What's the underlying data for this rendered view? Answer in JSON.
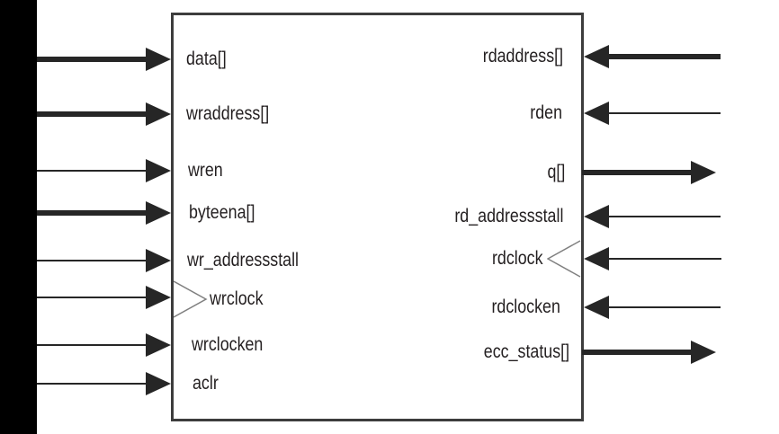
{
  "colors": {
    "background": "#ffffff",
    "left_bar": "#000000",
    "box_border": "#3d3d3d",
    "wire": "#262626",
    "text": "#231f20",
    "clock_triangle_stroke": "#7f7f7f"
  },
  "ports": {
    "left": [
      {
        "label": "data[]",
        "direction": "input",
        "bus": true,
        "clock": false
      },
      {
        "label": "wraddress[]",
        "direction": "input",
        "bus": true,
        "clock": false
      },
      {
        "label": "wren",
        "direction": "input",
        "bus": false,
        "clock": false
      },
      {
        "label": "byteena[]",
        "direction": "input",
        "bus": true,
        "clock": false
      },
      {
        "label": "wr_addressstall",
        "direction": "input",
        "bus": false,
        "clock": false
      },
      {
        "label": "wrclock",
        "direction": "input",
        "bus": false,
        "clock": true
      },
      {
        "label": "wrclocken",
        "direction": "input",
        "bus": false,
        "clock": false
      },
      {
        "label": "aclr",
        "direction": "input",
        "bus": false,
        "clock": false
      }
    ],
    "right": [
      {
        "label": "rdaddress[]",
        "direction": "input",
        "bus": true,
        "clock": false
      },
      {
        "label": "rden",
        "direction": "input",
        "bus": false,
        "clock": false
      },
      {
        "label": "q[]",
        "direction": "output",
        "bus": true,
        "clock": false
      },
      {
        "label": "rd_addressstall",
        "direction": "input",
        "bus": false,
        "clock": false
      },
      {
        "label": "rdclock",
        "direction": "input",
        "bus": false,
        "clock": true
      },
      {
        "label": "rdclocken",
        "direction": "input",
        "bus": false,
        "clock": false
      },
      {
        "label": "ecc_status[]",
        "direction": "output",
        "bus": true,
        "clock": false
      }
    ]
  }
}
